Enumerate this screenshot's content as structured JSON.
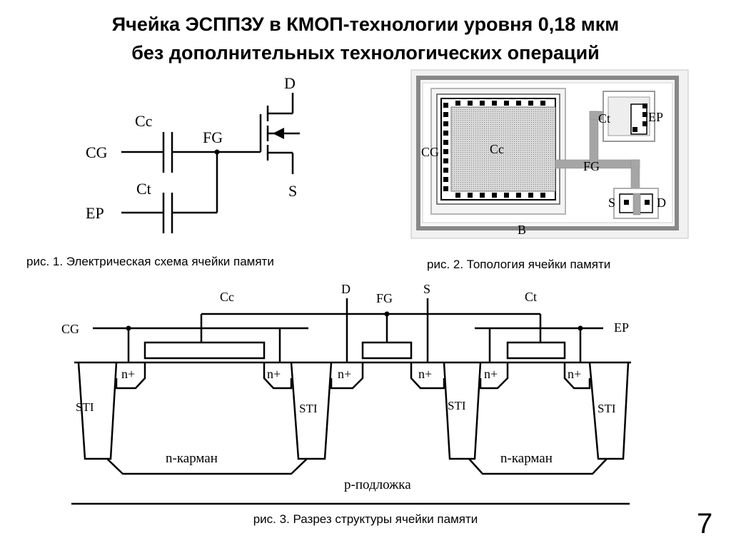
{
  "title": {
    "line1": "Ячейка ЭСППЗУ в КМОП-технологии уровня 0,18 мкм",
    "line2": "без дополнительных технологических операций"
  },
  "fig1": {
    "caption": "рис. 1. Электрическая схема ячейки памяти",
    "labels": {
      "cg": "CG",
      "ep": "EP",
      "cc": "Cc",
      "ct": "Ct",
      "fg": "FG",
      "d": "D",
      "s": "S"
    }
  },
  "fig2": {
    "caption": "рис. 2. Топология ячейки памяти",
    "labels": {
      "cg": "CG",
      "cc": "Cc",
      "ct": "Ct",
      "ep": "EP",
      "fg": "FG",
      "s": "S",
      "d": "D",
      "b": "B"
    }
  },
  "fig3": {
    "caption": "рис. 3. Разрез структуры ячейки памяти",
    "labels": {
      "cg": "CG",
      "cc": "Cc",
      "d": "D",
      "fg": "FG",
      "s": "S",
      "ct": "Ct",
      "ep": "EP",
      "n_plus": "n+",
      "sti": "STI",
      "nwell": "n-карман",
      "psub": "p-подложка"
    }
  },
  "page_number": "7"
}
